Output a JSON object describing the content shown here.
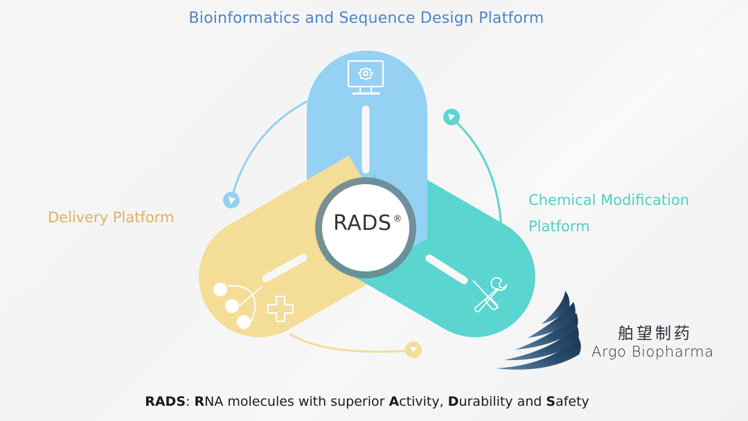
{
  "diagram": {
    "title": "Bioinformatics and Sequence Design Platform",
    "center": {
      "label": "RADS",
      "mark": "®"
    },
    "platforms": [
      {
        "id": "bioinformatics",
        "label": "Bioinformatics and Sequence Design Platform",
        "color": "#94d1f3",
        "icon": "computer-gear-icon"
      },
      {
        "id": "chemical",
        "label_line1": "Chemical Modification",
        "label_line2": "Platform",
        "color": "#5ad5cf",
        "icon": "tools-wrench-screwdriver-icon"
      },
      {
        "id": "delivery",
        "label": "Delivery Platform",
        "color": "#f3dd97",
        "icon": "delivery-molecule-cross-icon"
      }
    ],
    "text_colors": {
      "bioinformatics": "#4a86c6",
      "chemical": "#4fcfc5",
      "delivery": "#e2b15f"
    }
  },
  "footer": {
    "parts": [
      {
        "text": "RADS",
        "bold": true
      },
      {
        "text": ": ",
        "bold": false
      },
      {
        "text": "R",
        "bold": true
      },
      {
        "text": "NA molecules with superior ",
        "bold": false
      },
      {
        "text": "A",
        "bold": true
      },
      {
        "text": "ctivity, ",
        "bold": false
      },
      {
        "text": "D",
        "bold": true
      },
      {
        "text": "urability and ",
        "bold": false
      },
      {
        "text": "S",
        "bold": true
      },
      {
        "text": "afety",
        "bold": false
      }
    ]
  },
  "logo": {
    "name_cn": "舶望制药",
    "name_en": "Argo Biopharma",
    "color": "#1f3b5a"
  }
}
